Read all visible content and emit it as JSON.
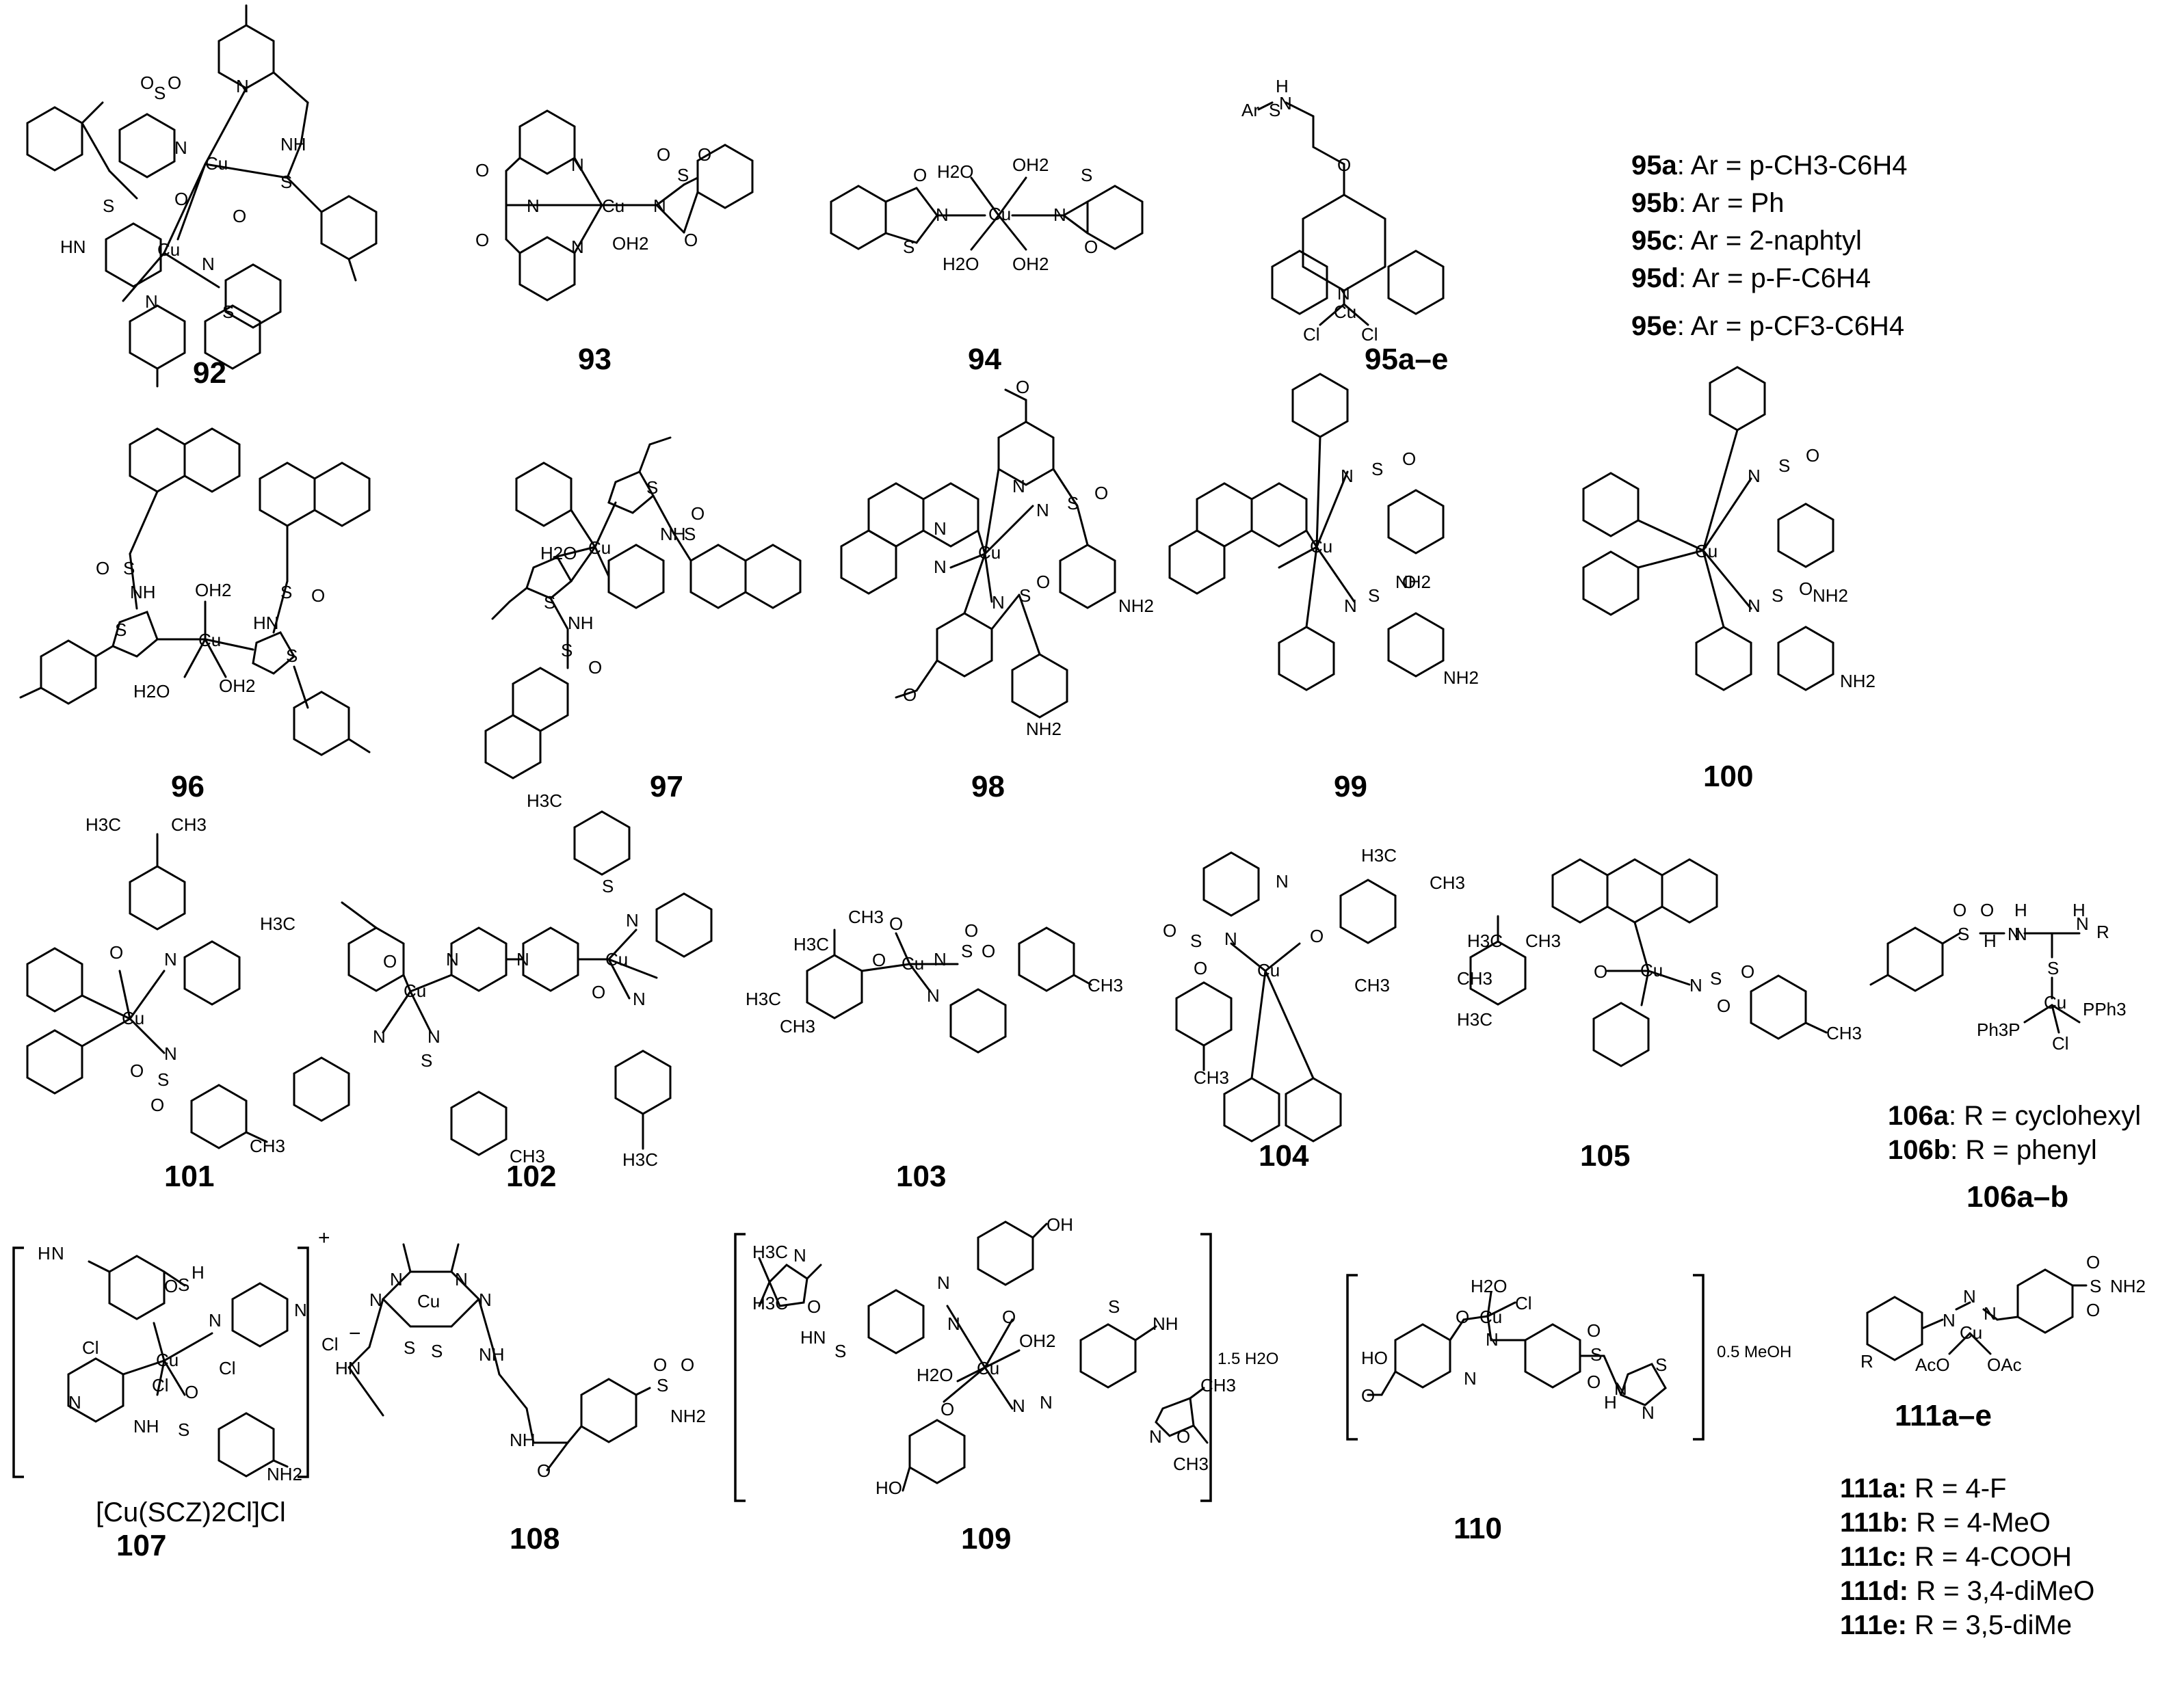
{
  "compounds": [
    {
      "id": "92",
      "label": "92"
    },
    {
      "id": "93",
      "label": "93"
    },
    {
      "id": "94",
      "label": "94"
    },
    {
      "id": "95",
      "label": "95a–e"
    },
    {
      "id": "96",
      "label": "96"
    },
    {
      "id": "97",
      "label": "97"
    },
    {
      "id": "98",
      "label": "98"
    },
    {
      "id": "99",
      "label": "99"
    },
    {
      "id": "100",
      "label": "100"
    },
    {
      "id": "101",
      "label": "101"
    },
    {
      "id": "102",
      "label": "102"
    },
    {
      "id": "103",
      "label": "103"
    },
    {
      "id": "104",
      "label": "104"
    },
    {
      "id": "105",
      "label": "105"
    },
    {
      "id": "106",
      "label": "106a–b"
    },
    {
      "id": "107",
      "label": "107"
    },
    {
      "id": "108",
      "label": "108"
    },
    {
      "id": "109",
      "label": "109"
    },
    {
      "id": "110",
      "label": "110"
    },
    {
      "id": "111",
      "label": "111a–e"
    }
  ],
  "legend95": [
    {
      "code": "95a",
      "text": ": Ar = p-CH3-C6H4"
    },
    {
      "code": "95b",
      "text": ": Ar = Ph"
    },
    {
      "code": "95c",
      "text": ": Ar = 2-naphtyl"
    },
    {
      "code": "95d",
      "text": ": Ar = p-F-C6H4"
    },
    {
      "code": "95e",
      "text": ": Ar = p-CF3-C6H4"
    }
  ],
  "legend106": [
    {
      "code": "106a",
      "text": ":  R = cyclohexyl"
    },
    {
      "code": "106b",
      "text": ":  R = phenyl"
    }
  ],
  "legend111": [
    {
      "code": "111a:",
      "text": " R = 4-F"
    },
    {
      "code": "111b:",
      "text": " R = 4-MeO"
    },
    {
      "code": "111c:",
      "text": " R = 4-COOH"
    },
    {
      "code": "111d:",
      "text": " R = 3,4-diMeO"
    },
    {
      "code": "111e:",
      "text": " R = 3,5-diMe"
    }
  ],
  "annotations": {
    "formula107": "[Cu(SCZ)2Cl]Cl",
    "charge107": "+",
    "counterion107": "Cl",
    "minus107": "−",
    "solvate109": "1.5 H2O",
    "solvate110": "0.5 MeOH"
  },
  "atoms": {
    "cu": "Cu",
    "n": "N",
    "o": "O",
    "s": "S",
    "cl": "Cl",
    "so2": "O",
    "h2o": "H2O",
    "oh2": "OH2",
    "nh": "NH",
    "hn": "HN",
    "nh2": "NH2",
    "oh": "OH",
    "ho": "HO",
    "h3c": "H3C",
    "ch3": "CH3",
    "ar": "Ar",
    "h": "H",
    "r": "R",
    "ph3p": "Ph3P",
    "pph3": "PPh3",
    "aco": "AcO",
    "oac": "OAc"
  }
}
